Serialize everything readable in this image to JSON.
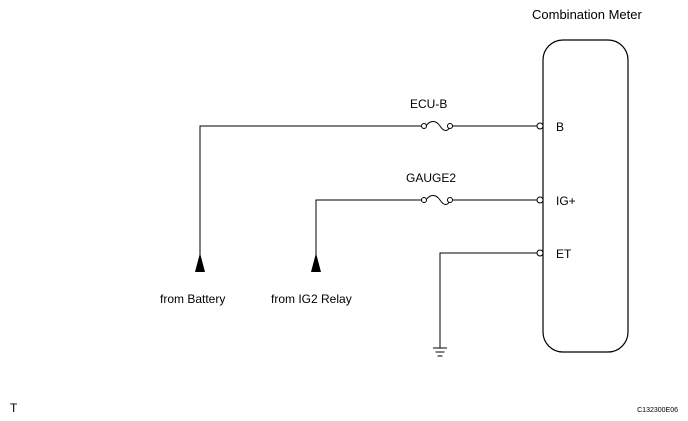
{
  "component": {
    "title": "Combination Meter"
  },
  "fuses": {
    "top": "ECU-B",
    "middle": "GAUGE2"
  },
  "terminals": {
    "b": "B",
    "ig": "IG+",
    "et": "ET"
  },
  "sources": {
    "battery": "from Battery",
    "ig2_relay": "from IG2 Relay"
  },
  "footer": {
    "left_mark": "T",
    "code": "C132300E06"
  },
  "icons": {
    "ground": "ground-symbol-icon",
    "arrow": "arrow-up-icon",
    "fuse": "fuse-icon"
  }
}
